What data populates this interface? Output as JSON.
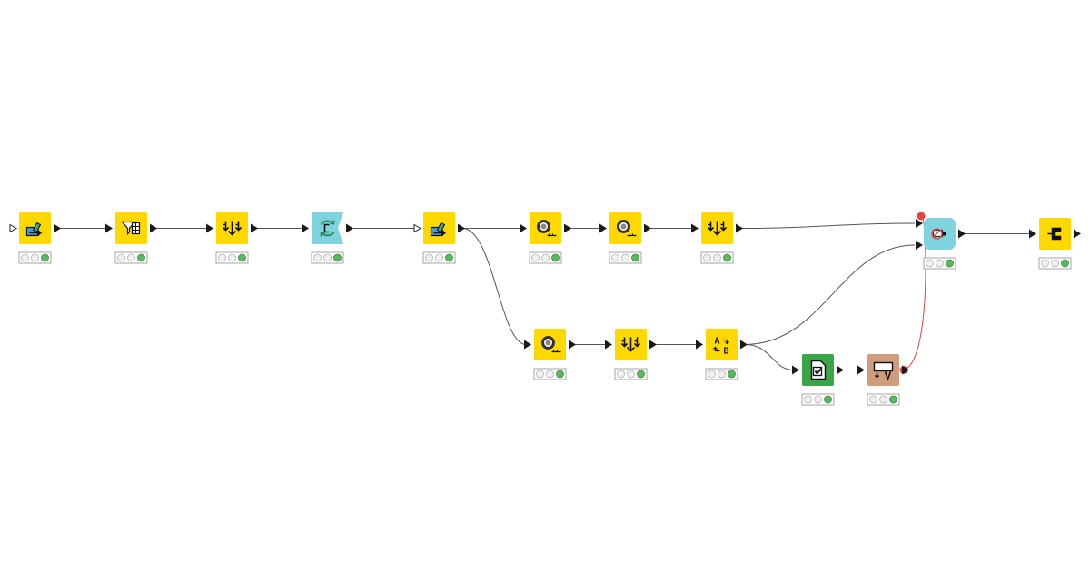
{
  "workflow": {
    "colors": {
      "manipulator": "#FFD800",
      "loop": "#7ED3DE",
      "flowcontrol": "#7ED3DE",
      "widget": "#3BA548",
      "visualizer": "#CF9C7C",
      "connection": "#555555",
      "variable_connection": "#E94242",
      "traffic_off": "#F0F0F0",
      "traffic_ok": "#5CB85C",
      "status_border": "#A6A6A6"
    },
    "nodes": [
      {
        "id": "n1",
        "kind": "manipulator",
        "icon": "table-edit-icon",
        "status": "executed",
        "input": "flow"
      },
      {
        "id": "n2",
        "kind": "manipulator",
        "icon": "column-filter-icon",
        "status": "executed"
      },
      {
        "id": "n3",
        "kind": "manipulator",
        "icon": "sort-icon",
        "status": "executed"
      },
      {
        "id": "n4",
        "kind": "loop",
        "icon": "loop-start-icon",
        "status": "executed"
      },
      {
        "id": "n5",
        "kind": "manipulator",
        "icon": "table-edit-icon",
        "status": "executed",
        "input": "flow"
      },
      {
        "id": "n6",
        "kind": "manipulator",
        "icon": "group-by-icon",
        "status": "executed"
      },
      {
        "id": "n7",
        "kind": "manipulator",
        "icon": "group-by-icon",
        "status": "executed"
      },
      {
        "id": "n8",
        "kind": "manipulator",
        "icon": "sort-icon",
        "status": "executed"
      },
      {
        "id": "n9",
        "kind": "manipulator",
        "icon": "group-by-icon",
        "status": "executed"
      },
      {
        "id": "n10",
        "kind": "manipulator",
        "icon": "sort-icon",
        "status": "executed"
      },
      {
        "id": "n11",
        "kind": "manipulator",
        "icon": "column-rename-icon",
        "status": "executed"
      },
      {
        "id": "n12",
        "kind": "widget",
        "icon": "checkbox-widget-icon",
        "status": "executed"
      },
      {
        "id": "n13",
        "kind": "visualizer",
        "icon": "table-view-icon",
        "status": "executed"
      },
      {
        "id": "n14",
        "kind": "flowcontrol",
        "icon": "case-switch-icon",
        "status": "executed"
      },
      {
        "id": "n15",
        "kind": "manipulator",
        "icon": "loop-end-icon",
        "status": "executed"
      }
    ],
    "connections": [
      {
        "from": "n1",
        "to": "n2",
        "type": "data"
      },
      {
        "from": "n2",
        "to": "n3",
        "type": "data"
      },
      {
        "from": "n3",
        "to": "n4",
        "type": "data"
      },
      {
        "from": "n4",
        "to": "n5",
        "type": "data"
      },
      {
        "from": "n5",
        "to": "n6",
        "type": "data"
      },
      {
        "from": "n6",
        "to": "n7",
        "type": "data"
      },
      {
        "from": "n7",
        "to": "n8",
        "type": "data"
      },
      {
        "from": "n8",
        "to": "n14",
        "type": "data",
        "to_port": 0
      },
      {
        "from": "n5",
        "to": "n9",
        "type": "data"
      },
      {
        "from": "n9",
        "to": "n10",
        "type": "data"
      },
      {
        "from": "n10",
        "to": "n11",
        "type": "data"
      },
      {
        "from": "n11",
        "to": "n14",
        "type": "data",
        "to_port": 1
      },
      {
        "from": "n11",
        "to": "n12",
        "type": "data"
      },
      {
        "from": "n12",
        "to": "n13",
        "type": "data"
      },
      {
        "from": "n13",
        "to": "n14",
        "type": "variable"
      },
      {
        "from": "n14",
        "to": "n15",
        "type": "data"
      }
    ]
  }
}
